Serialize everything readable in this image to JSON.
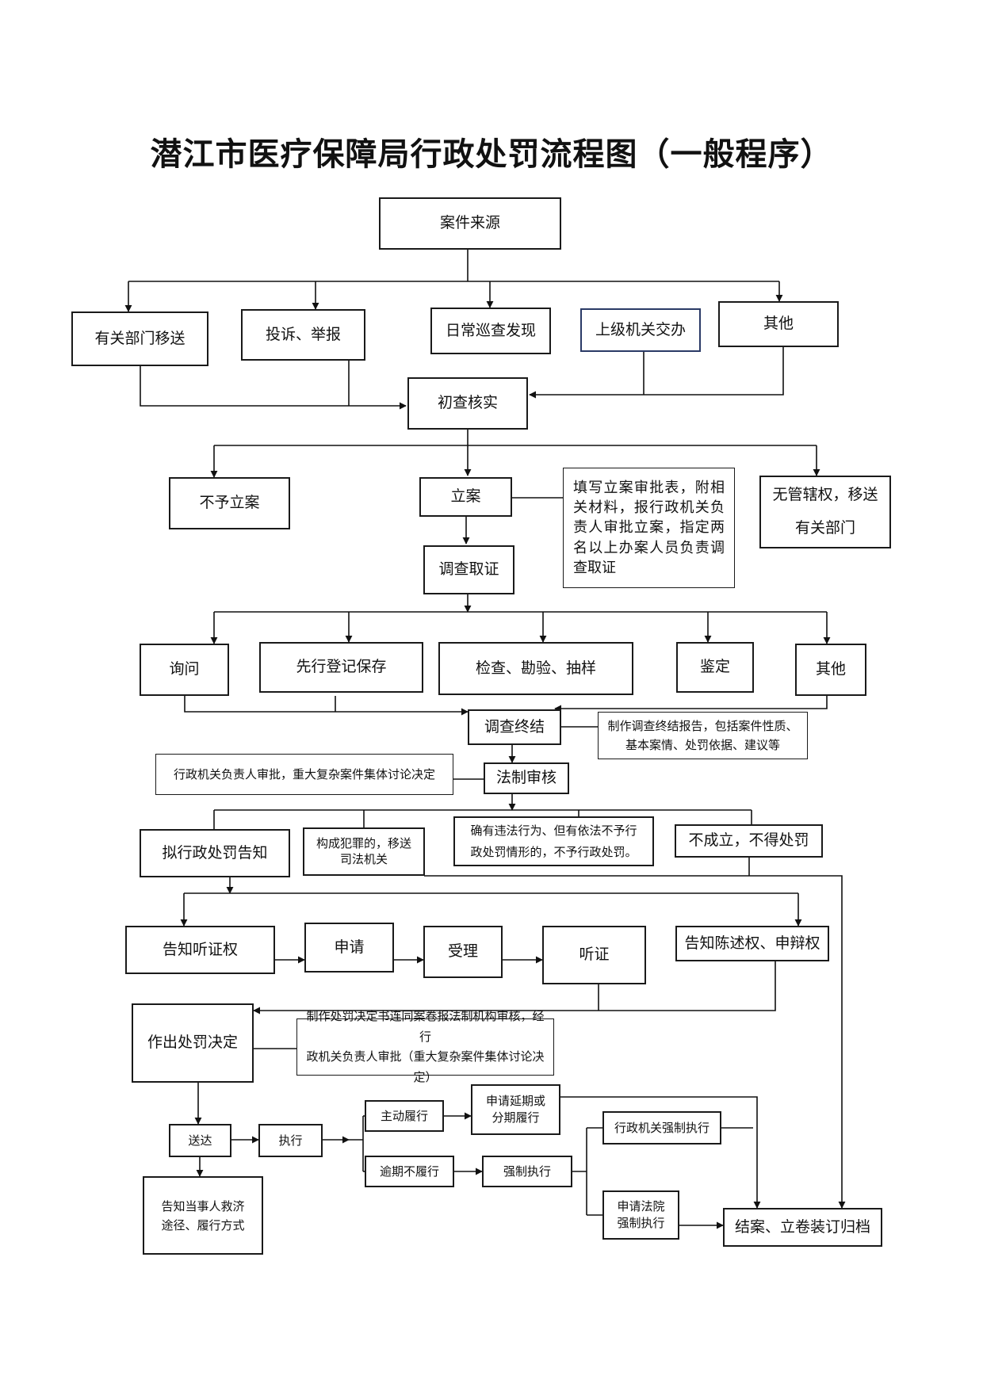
{
  "title": "潜江市医疗保障局行政处罚流程图（一般程序）",
  "nodes": {
    "source": "案件来源",
    "transfer": "有关部门移送",
    "complaint": "投诉、举报",
    "patrol": "日常巡查发现",
    "superior": "上级机关交办",
    "other1": "其他",
    "verify": "初查核实",
    "no_case": "不予立案",
    "file_case": "立案",
    "file_note": "填写立案审批表，附相关材料，报行政机关负责人审批立案，指定两名以上办案人员负责调查取证",
    "no_jurisdiction": "无管辖权，移送\n有关部门",
    "investigate": "调查取证",
    "inquiry": "询问",
    "preserve": "先行登记保存",
    "inspect": "检查、勘验、抽样",
    "appraise": "鉴定",
    "other2": "其他",
    "inv_end": "调查终结",
    "end_note": "制作调查终结报告，包括案件性质、基本案情、处罚依据、建议等",
    "leader_note": "行政机关负责人审批，重大复杂案件集体讨论决定",
    "legal_review": "法制审核",
    "notice": "拟行政处罚告知",
    "crime": "构成犯罪的，移送\n司法机关",
    "no_penalty": "确有违法行为、但有依法不予行\n政处罚情形的，不予行政处罚。",
    "not_established": "不成立，不得处罚",
    "hearing_right": "告知听证权",
    "apply": "申请",
    "accept": "受理",
    "hearing": "听证",
    "statement_right": "告知陈述权、申辩权",
    "decision": "作出处罚决定",
    "decision_note": "制作处罚决定书连同案卷报法制机构审核，经行\n政机关负责人审批（重大复杂案件集体讨论决定）",
    "deliver": "送达",
    "execute": "执行",
    "voluntary": "主动履行",
    "overdue": "逾期不履行",
    "extension": "申请延期或\n分期履行",
    "enforce": "强制执行",
    "admin_enforce": "行政机关强制执行",
    "court_enforce": "申请法院\n强制执行",
    "remedy": "告知当事人救济\n途径、履行方式",
    "close": "结案、立卷装订归档"
  }
}
